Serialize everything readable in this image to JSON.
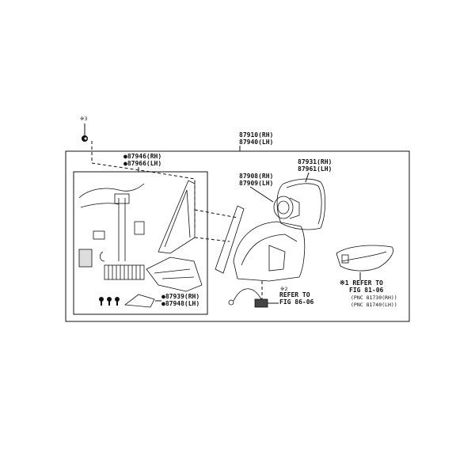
{
  "labels": {
    "clip_note": "※3",
    "assembly_rh": "87910(RH)",
    "assembly_lh": "87940(LH)",
    "harness_rh": "●87946(RH)",
    "harness_lh": "●87966(LH)",
    "motor_rh": "87908(RH)",
    "motor_lh": "87909(LH)",
    "mirror_rh": "87931(RH)",
    "mirror_lh": "87961(LH)",
    "cover_rh": "●87939(RH)",
    "cover_lh": "●87948(LH)",
    "note2_mark": "※2",
    "note2_line1": "REFER TO",
    "note2_line2": "FIG 86-06",
    "note1_line1": "※1 REFER TO",
    "note1_line2": "FIG 81-06",
    "note1_line3": "(PNC 81730(RH))",
    "note1_line4": "(PNC 81740(LH))"
  }
}
